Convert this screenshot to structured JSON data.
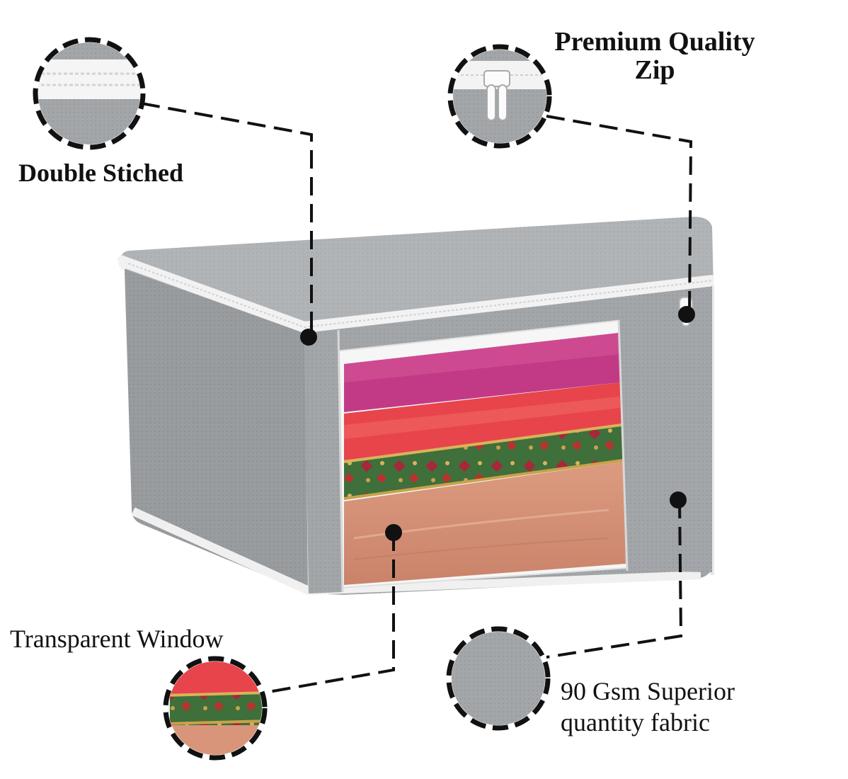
{
  "callouts": {
    "premium_zip": {
      "line1": "Premium Quality",
      "line2": "Zip"
    },
    "double_stitched": {
      "label": "Double Stiched"
    },
    "transparent_window": {
      "label": "Transparent Window"
    },
    "fabric": {
      "line1": "90 Gsm Superior",
      "line2": "quantity fabric"
    }
  },
  "colors": {
    "fabric_grey": "#a4a7aa",
    "fabric_grey_dark": "#8e9195",
    "binding_white": "#f4f4f4",
    "leader_line": "#111111",
    "saree_magenta": "#c23a86",
    "saree_red": "#e8444c",
    "saree_green": "#3f6f3a",
    "saree_peach": "#d9957a"
  },
  "icons": {
    "detail_zip": "zip-closeup-icon",
    "detail_stitch": "stitch-closeup-icon",
    "detail_window": "window-closeup-icon",
    "detail_fabric": "fabric-closeup-icon"
  }
}
